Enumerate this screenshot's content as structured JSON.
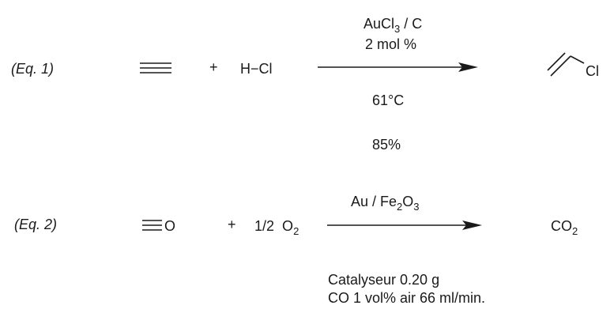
{
  "eq1": {
    "label": "(Eq. 1)",
    "plus": "+",
    "reagent": {
      "h": "H",
      "bond": "−",
      "cl": "Cl"
    },
    "catalyst": {
      "main": "AuCl",
      "sub": "3",
      "tail": " / C"
    },
    "loading": "2 mol %",
    "temperature": "61°C",
    "yield": "85%",
    "product_cl": "Cl"
  },
  "eq2": {
    "label": "(Eq. 2)",
    "plus": "+",
    "co_atom": "O",
    "oxygen": {
      "coef": "1/2",
      "main": "O",
      "sub": "2"
    },
    "catalyst": {
      "main": "Au / Fe",
      "sub1": "2",
      "mid": "O",
      "sub2": "3"
    },
    "product": {
      "main": "CO",
      "sub": "2"
    },
    "conditions": [
      "Catalyseur 0.20 g",
      "CO 1 vol% air 66 ml/min."
    ]
  }
}
